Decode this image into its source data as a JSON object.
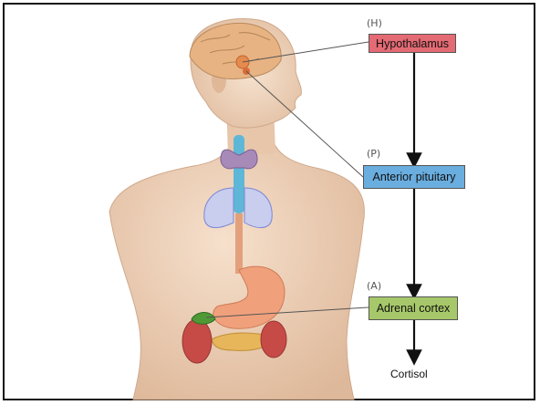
{
  "colors": {
    "hypothalamus_box": "#e46a74",
    "pituitary_box": "#6aaedf",
    "adrenal_box": "#a7c86a",
    "arrow": "#111111",
    "connector": "#555555",
    "skin": "#edd0b8"
  },
  "nodes": [
    {
      "letter": "(H)",
      "label": "Hypothalamus"
    },
    {
      "letter": "(P)",
      "label": "Anterior pituitary"
    },
    {
      "letter": "(A)",
      "label": "Adrenal cortex"
    }
  ],
  "output_label": "Cortisol"
}
